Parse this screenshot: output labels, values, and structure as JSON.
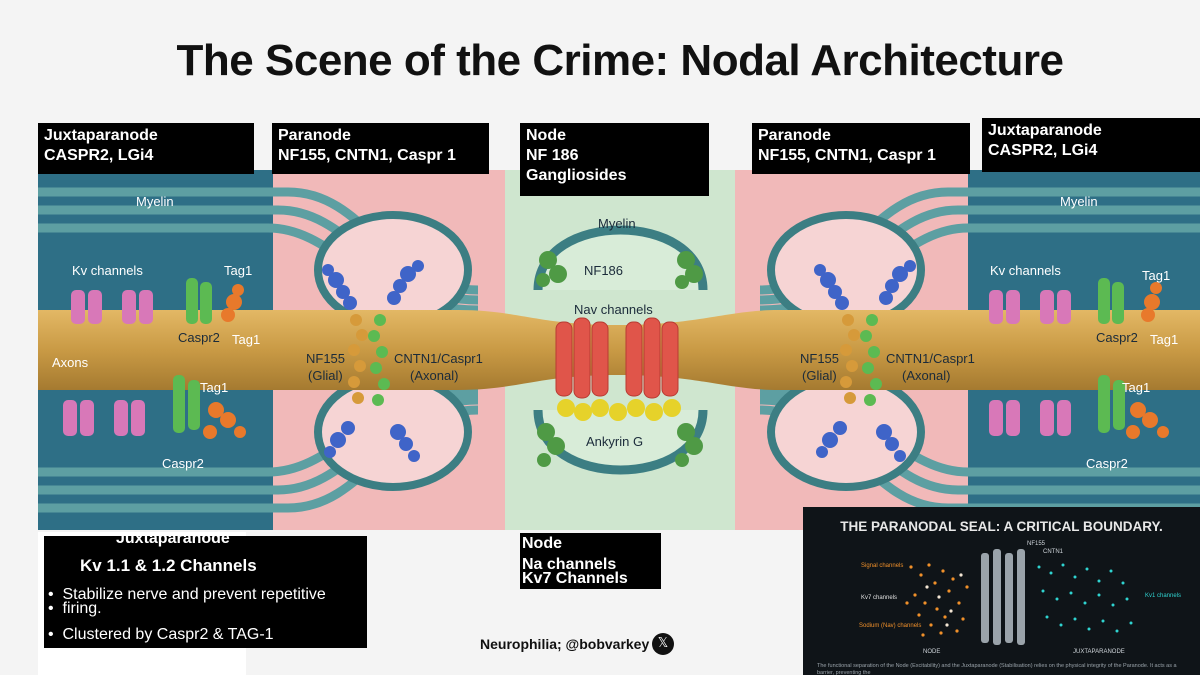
{
  "title": "The Scene of the Crime: Nodal Architecture",
  "header_labels": {
    "jx_left": {
      "line1": "Juxtaparanode",
      "line2": "CASPR2, LGi4"
    },
    "pn_left": {
      "line1": "Paranode",
      "line2": "NF155, CNTN1, Caspr 1"
    },
    "node": {
      "line1": "Node",
      "line2": "NF 186",
      "line3": "Gangliosides"
    },
    "pn_right": {
      "line1": "Paranode",
      "line2": "NF155, CNTN1, Caspr 1"
    },
    "jx_right": {
      "line1": "Juxtaparanode",
      "line2": "CASPR2, LGi4"
    }
  },
  "diagram": {
    "myelin_left": "Myelin",
    "myelin_center": "Myelin",
    "myelin_right": "Myelin",
    "kv_left": "Kv channels",
    "kv_right": "Kv channels",
    "tag1_a": "Tag1",
    "tag1_b": "Tag1",
    "tag1_c": "Tag1",
    "tag1_d": "Tag1",
    "tag1_e": "Tag1",
    "tag1_f": "Tag1",
    "caspr2_a": "Caspr2",
    "caspr2_b": "Caspr2",
    "caspr2_c": "Caspr2",
    "caspr2_d": "Caspr2",
    "axons": "Axons",
    "nf155_l1": "NF155",
    "nf155_l2": "(Glial)",
    "cntn_l1": "CNTN1/Caspr1",
    "cntn_l2": "(Axonal)",
    "nf155_r1": "NF155",
    "nf155_r2": "(Glial)",
    "cntn_r1": "CNTN1/Caspr1",
    "cntn_r2": "(Axonal)",
    "nf186": "NF186",
    "nav": "Nav channels",
    "ankyrin": "Ankyrin G"
  },
  "jx_box": {
    "heading": "Juxtaparanode",
    "subheading": "Kv 1.1  & 1.2 Channels",
    "bullet1a": "Stabilize nerve and prevent repetitive",
    "bullet1b": "firing.",
    "bullet2": "Clustered by Caspr2 & TAG-1"
  },
  "node_box": {
    "line1": "Node",
    "line2": "Na channels",
    "line3": "Kv7 Channels"
  },
  "credit": "Neurophilia; @bobvarkey",
  "inset": {
    "title": "THE PARANODAL SEAL: A CRITICAL BOUNDARY.",
    "nf155": "NF155",
    "cntn1": "CNTN1",
    "signal": "Signal channels",
    "kv7": "Kv7 channels",
    "sodium": "Sodium (Nav) channels",
    "kv1": "Kv1 channels",
    "node": "NODE",
    "jx": "JUXTAPARANODE",
    "footer": "The functional separation of the Node (Excitability) and the Juxtaparanode (Stabilisation) relies on the physical integrity of the Paranode. It acts as a barrier, preventing the"
  },
  "colors": {
    "axon": "#c99a45",
    "myelin": "#4f8f94",
    "jx_bg": "#2e6f86",
    "paranode_bg": "#f1b9b9",
    "node_bg": "#cfe6cf",
    "nav": "#e0554a",
    "nf_blue": "#3f64c8",
    "caspr_green": "#5cba52",
    "tag_orange": "#e8792b",
    "kv_pink": "#d878b8",
    "ankyrin_yellow": "#e6d22a"
  }
}
